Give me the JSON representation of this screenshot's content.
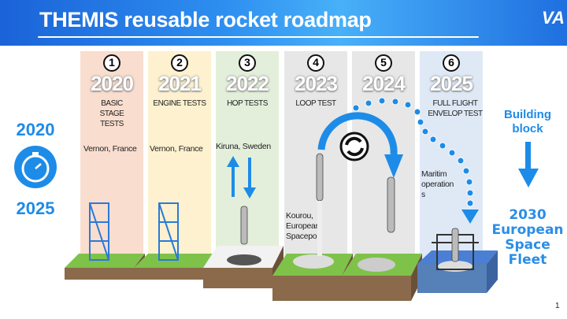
{
  "header": {
    "title": "THEMIS reusable rocket roadmap",
    "logo": "VA"
  },
  "left_range": {
    "start": "2020",
    "end": "2025",
    "icon": "stopwatch-icon"
  },
  "steps": [
    {
      "number": "1",
      "year": "2020",
      "phase": "BASIC STAGE TESTS",
      "location": "Vernon, France",
      "color": "#f9ddcf"
    },
    {
      "number": "2",
      "year": "2021",
      "phase": "ENGINE TESTS",
      "location": "Vernon, France",
      "color": "#fdf1cf"
    },
    {
      "number": "3",
      "year": "2022",
      "phase": "HOP TESTS",
      "location": "Kiruna, Sweden",
      "color": "#e3efda"
    },
    {
      "number": "4",
      "year": "2023",
      "phase": "LOOP TEST",
      "location": "Kourou, European Spaceport",
      "color": "#e7e7e7"
    },
    {
      "number": "5",
      "year": "2024",
      "phase": "",
      "location": "",
      "color": "#e7e7e7"
    },
    {
      "number": "6",
      "year": "2025",
      "phase": "FULL FLIGHT ENVELOP TEST",
      "location": "Maritim operation s",
      "color": "#dfe9f6"
    }
  ],
  "right": {
    "label": "Building block",
    "goal_year": "2030",
    "goal_line1": "European",
    "goal_line2": "Space",
    "goal_line3": "Fleet"
  },
  "accent": "#1d8ce8",
  "page_number": "1"
}
